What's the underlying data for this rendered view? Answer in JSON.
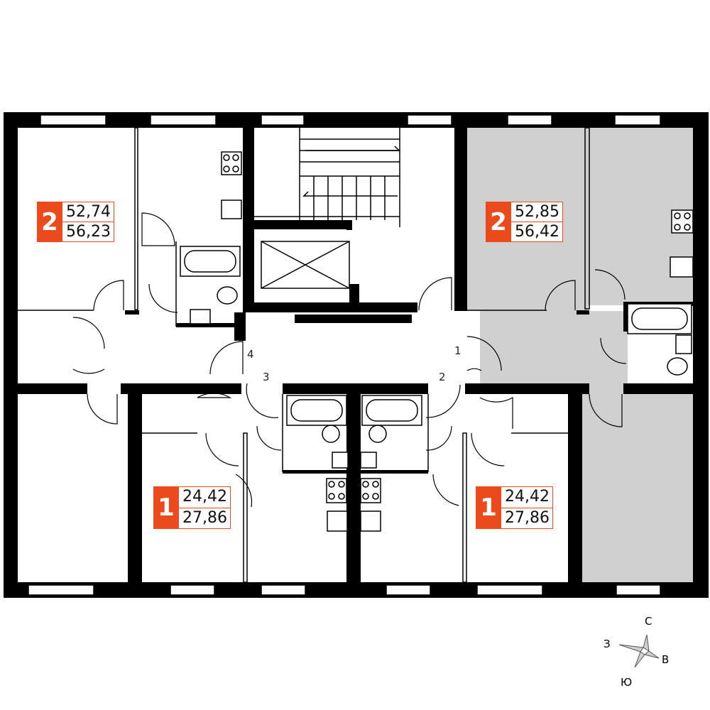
{
  "colors": {
    "wall": "#000000",
    "highlight_apartment": "#d0d0d0",
    "badge_accent": "#ea4a1c"
  },
  "apartments": [
    {
      "id": "apt-left-2room",
      "rooms": "2",
      "living_area": "52,74",
      "total_area": "56,23",
      "highlighted": false
    },
    {
      "id": "apt-right-2room",
      "rooms": "2",
      "living_area": "52,85",
      "total_area": "56,42",
      "highlighted": true
    },
    {
      "id": "apt-mid-left-1room",
      "rooms": "1",
      "living_area": "24,42",
      "total_area": "27,86",
      "highlighted": false
    },
    {
      "id": "apt-mid-right-1room",
      "rooms": "1",
      "living_area": "24,42",
      "total_area": "27,86",
      "highlighted": false
    }
  ],
  "entrance_numbers": [
    "1",
    "2",
    "3",
    "4"
  ],
  "compass": {
    "north": "С",
    "east": "В",
    "south": "Ю",
    "west": "З"
  }
}
